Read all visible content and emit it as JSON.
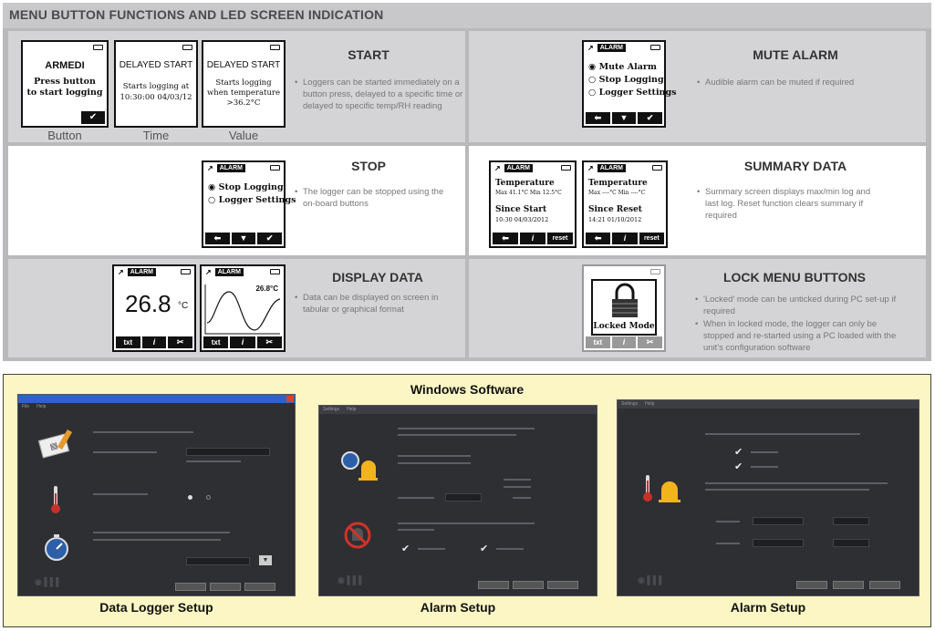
{
  "header": {
    "title": "MENU BUTTON FUNCTIONS AND LED SCREEN INDICATION"
  },
  "start": {
    "title": "START",
    "bullets": [
      "Loggers can be started immediately on a button press, delayed to a specific time or delayed to specific temp/RH reading"
    ],
    "screens": [
      {
        "caption": "Button",
        "line1": "ARMEDI",
        "line2": "Press button",
        "line3": "to start logging",
        "key": "✔"
      },
      {
        "caption": "Time",
        "line1": "DELAYED START",
        "line2": "Starts logging at",
        "line3": "10:30:00  04/03/12"
      },
      {
        "caption": "Value",
        "line1": "DELAYED START",
        "line2": "Starts logging",
        "line3": "when temperature",
        "line4": ">36.2°C"
      }
    ]
  },
  "mute": {
    "title": "MUTE ALARM",
    "bullets": [
      "Audible alarm can be muted if required"
    ],
    "screen": {
      "alarm": "ALARM",
      "options": [
        "Mute Alarm",
        "Stop Logging",
        "Logger Settings"
      ],
      "keys": [
        "⬅",
        "▼",
        "✔"
      ]
    }
  },
  "stop": {
    "title": "STOP",
    "bullets": [
      "The logger can be stopped using the on-board buttons"
    ],
    "screen": {
      "alarm": "ALARM",
      "options": [
        "Stop Logging",
        "Logger Settings"
      ],
      "keys": [
        "⬅",
        "▼",
        "✔"
      ]
    }
  },
  "summary": {
    "title": "SUMMARY DATA",
    "bullets": [
      "Summary screen displays max/min log and last log. Reset function clears summary if required"
    ],
    "screens": [
      {
        "alarm": "ALARM",
        "l1": "Temperature",
        "l2": "Max 41.1°C  Min 12.5°C",
        "l3": "Since Start",
        "l4": "10:30  04/03/2012",
        "keys": [
          "⬅",
          "i",
          "reset"
        ]
      },
      {
        "alarm": "ALARM",
        "l1": "Temperature",
        "l2": "Max ----°C  Min ----°C",
        "l3": "Since Reset",
        "l4": "14:21  01/10/2012",
        "keys": [
          "⬅",
          "i",
          "reset"
        ]
      }
    ]
  },
  "display": {
    "title": "DISPLAY DATA",
    "bullets": [
      "Data can be displayed on screen in tabular or graphical format"
    ],
    "screens": [
      {
        "alarm": "ALARM",
        "value": "26.8",
        "unit": "°C",
        "keys": [
          "txt",
          "i",
          "✂"
        ]
      },
      {
        "alarm": "ALARM",
        "value": "26.8°C",
        "keys": [
          "txt",
          "i",
          "✂"
        ]
      }
    ]
  },
  "lock": {
    "title": "LOCK MENU BUTTONS",
    "bullets": [
      "'Locked' mode can be unticked during PC set-up if required",
      "When in locked mode, the logger can only be stopped and re-started using a PC loaded with the unit's configuration software"
    ],
    "screen": {
      "label": "Locked Mode",
      "keys": [
        "txt",
        "i",
        "✂"
      ]
    }
  },
  "windows": {
    "title": "Windows Software",
    "captions": [
      "Data Logger Setup",
      "Alarm Setup",
      "Alarm Setup"
    ]
  },
  "colors": {
    "panel_gray": "#d4d4d6",
    "frame_gray": "#b9b9bb",
    "software_bg": "#fbf6c4",
    "window_dark": "#2e2f33"
  }
}
